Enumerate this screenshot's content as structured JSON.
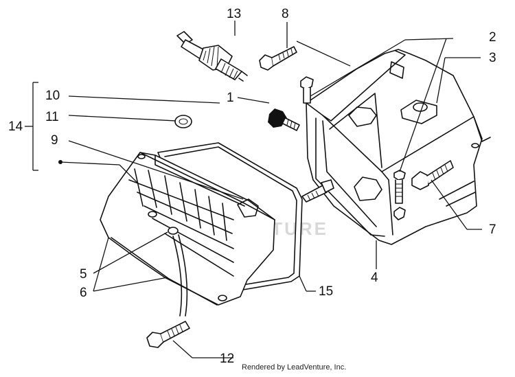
{
  "watermark": "LEADVENTURE",
  "credit": "Rendered by LeadVenture, Inc.",
  "callouts": {
    "c1": "1",
    "c2": "2",
    "c3": "3",
    "c4": "4",
    "c5": "5",
    "c6": "6",
    "c7": "7",
    "c8": "8",
    "c9": "9",
    "c10": "10",
    "c11": "11",
    "c12": "12",
    "c13": "13",
    "c14": "14",
    "c15": "15"
  }
}
